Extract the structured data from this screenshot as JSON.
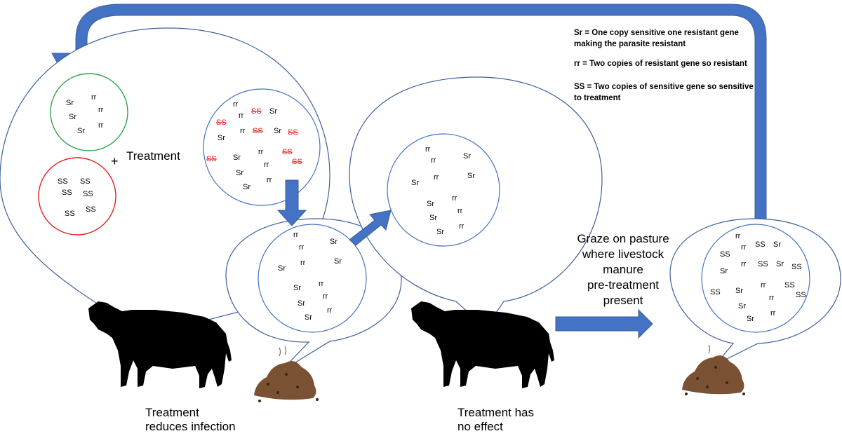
{
  "colors": {
    "arrow": "#4472c4",
    "outline": "#3d5f9e",
    "circle_blue": "#4472c4",
    "circle_green": "#2aa64a",
    "circle_red": "#e0201b",
    "struck_text": "#e0201b",
    "animal": "#000000",
    "manure": "#7a5233"
  },
  "icons": [
    "cattle-silhouette",
    "manure-pile",
    "block-arrow"
  ],
  "key": {
    "line1": "Sr = One copy sensitive one resistant gene",
    "line2": "making the parasite resistant",
    "line3": "rr = Two copies of resistant gene so resistant",
    "line4": "SS = Two copies of sensitive gene so sensitive",
    "line5": "to treatment"
  },
  "labels": {
    "plus": "+",
    "treatment": "Treatment",
    "cow1_caption_1": "Treatment",
    "cow1_caption_2": "reduces infection",
    "cow2_caption_1": "Treatment has",
    "cow2_caption_2": "no effect",
    "graze_1": "Graze on pasture",
    "graze_2": "where livestock",
    "graze_3": "manure",
    "graze_4": "pre-treatment",
    "graze_5": "present"
  },
  "genotypes": {
    "sr": "Sr",
    "rr": "rr",
    "ss": "SS"
  }
}
